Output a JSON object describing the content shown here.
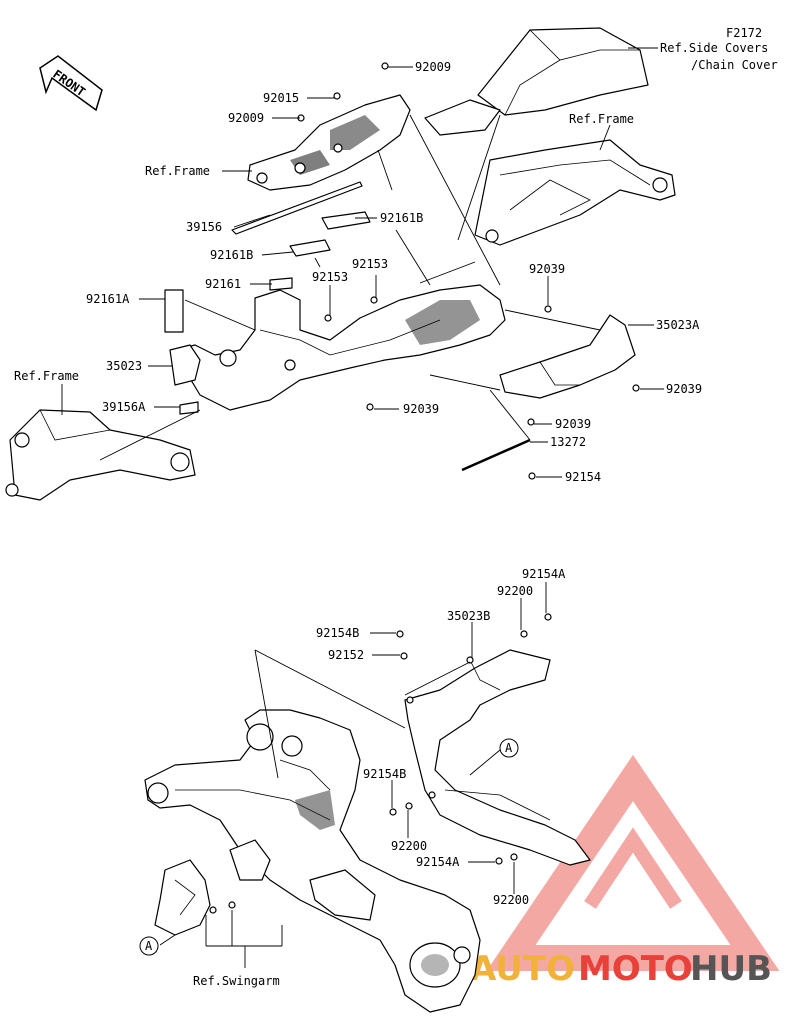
{
  "figure_id": "F2172",
  "front_label": "FRONT",
  "labels": {
    "ref_side_covers": "Ref.Side Covers",
    "ref_chain_cover": "/Chain Cover",
    "ref_frame_top": "Ref.Frame",
    "ref_frame_left": "Ref.Frame",
    "ref_frame_right": "Ref.Frame",
    "ref_swingarm": "Ref.Swingarm",
    "p92009_a": "92009",
    "p92015": "92015",
    "p92009_b": "92009",
    "p39156": "39156",
    "p92161b_a": "92161B",
    "p92161b_b": "92161B",
    "p92153_a": "92153",
    "p92153_b": "92153",
    "p92161": "92161",
    "p92161a": "92161A",
    "p35023": "35023",
    "p39156a": "39156A",
    "p92039_a": "92039",
    "p92039_b": "92039",
    "p92039_c": "92039",
    "p92039_d": "92039",
    "p35023a": "35023A",
    "p13272": "13272",
    "p92154": "92154",
    "p92154a_a": "92154A",
    "p92200_a": "92200",
    "p92154b_a": "92154B",
    "p35023b": "35023B",
    "p92152": "92152",
    "p92154b_b": "92154B",
    "p92200_b": "92200",
    "p92154a_b": "92154A",
    "p92200_c": "92200",
    "callout_a_1": "A",
    "callout_a_2": "A"
  },
  "watermark": {
    "part1": "AUTO",
    "part2": "MOTO",
    "part3": "HUB",
    "color_red": "#e8413a",
    "color_grey": "#555555",
    "color_pink": "#f29a94"
  }
}
